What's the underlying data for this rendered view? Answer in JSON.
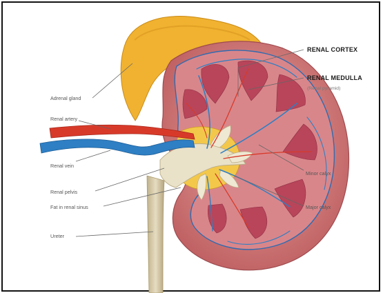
{
  "diagram": {
    "labels": {
      "renal_cortex": "RENAL CORTEX",
      "renal_medulla": "RENAL MEDULLA",
      "renal_pyramid": "(Renal pyramid)",
      "adrenal_gland": "Adrenal gland",
      "renal_artery": "Renal artery",
      "renal_vein": "Renal vein",
      "renal_pelvis": "Renal pelvis",
      "fat_in_renal_sinus": "Fat in renal sinus",
      "ureter": "Ureter",
      "minor_calyx": "Minor calyx",
      "major_calyx": "Major calyx"
    },
    "colors": {
      "capsule": "#c96a6a",
      "cortex": "#d98f8f",
      "medulla": "#b8455a",
      "adrenal": "#f0b230",
      "artery": "#d83a2a",
      "vein": "#2e7fc4",
      "pelvis": "#e8e0c8",
      "ureter": "#cbbf9a"
    }
  }
}
